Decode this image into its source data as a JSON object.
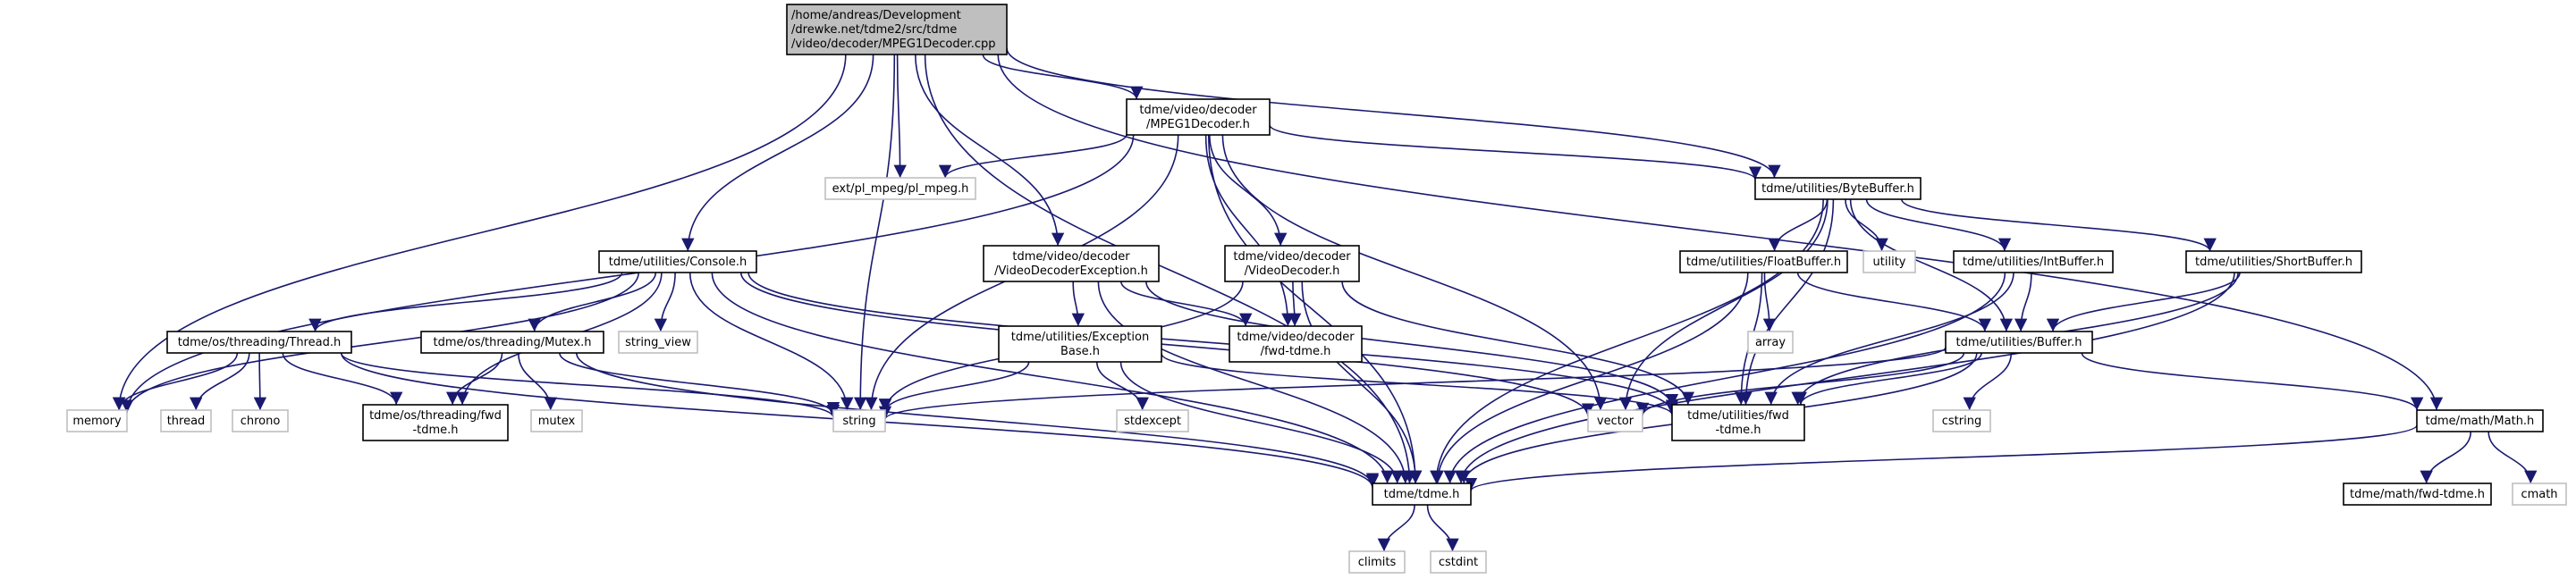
{
  "colors": {
    "edge": "#191970",
    "node_border": "#000000",
    "external_border": "#bfbfbf",
    "root_fill": "#bfbfbf",
    "node_fill": "#ffffff",
    "text": "#000000"
  },
  "nodes": {
    "root": [
      "/home/andreas/Development",
      "/drewke.net/tdme2/src/tdme",
      "/video/decoder/MPEG1Decoder.cpp"
    ],
    "mpeg1_h": [
      "tdme/video/decoder",
      "/MPEG1Decoder.h"
    ],
    "pl_mpeg": [
      "ext/pl_mpeg/pl_mpeg.h"
    ],
    "bytebuffer": [
      "tdme/utilities/ByteBuffer.h"
    ],
    "console": [
      "tdme/utilities/Console.h"
    ],
    "vde_h": [
      "tdme/video/decoder",
      "/VideoDecoderException.h"
    ],
    "vd_h": [
      "tdme/video/decoder",
      "/VideoDecoder.h"
    ],
    "floatbuffer": [
      "tdme/utilities/FloatBuffer.h"
    ],
    "utility": [
      "utility"
    ],
    "intbuffer": [
      "tdme/utilities/IntBuffer.h"
    ],
    "shortbuffer": [
      "tdme/utilities/ShortBuffer.h"
    ],
    "thread": [
      "tdme/os/threading/Thread.h"
    ],
    "mutex_h": [
      "tdme/os/threading/Mutex.h"
    ],
    "string_view": [
      "string_view"
    ],
    "exception": [
      "tdme/utilities/Exception",
      "Base.h"
    ],
    "vd_fwd": [
      "tdme/video/decoder",
      "/fwd-tdme.h"
    ],
    "array": [
      "array"
    ],
    "buffer": [
      "tdme/utilities/Buffer.h"
    ],
    "memory": [
      "memory"
    ],
    "thread_std": [
      "thread"
    ],
    "chrono": [
      "chrono"
    ],
    "threading_fwd": [
      "tdme/os/threading/fwd",
      "-tdme.h"
    ],
    "mutex_std": [
      "mutex"
    ],
    "string": [
      "string"
    ],
    "stdexcept": [
      "stdexcept"
    ],
    "vector": [
      "vector"
    ],
    "util_fwd": [
      "tdme/utilities/fwd",
      "-tdme.h"
    ],
    "cstring": [
      "cstring"
    ],
    "math_h": [
      "tdme/math/Math.h"
    ],
    "tdme_h": [
      "tdme/tdme.h"
    ],
    "math_fwd": [
      "tdme/math/fwd-tdme.h"
    ],
    "cmath": [
      "cmath"
    ],
    "climits": [
      "climits"
    ],
    "cstdint": [
      "cstdint"
    ]
  },
  "edges": [
    [
      "root",
      "mpeg1_h"
    ],
    [
      "root",
      "pl_mpeg"
    ],
    [
      "root",
      "bytebuffer"
    ],
    [
      "root",
      "console"
    ],
    [
      "root",
      "vde_h"
    ],
    [
      "root",
      "memory"
    ],
    [
      "root",
      "string"
    ],
    [
      "root",
      "math_h"
    ],
    [
      "root",
      "tdme_h"
    ],
    [
      "mpeg1_h",
      "pl_mpeg"
    ],
    [
      "mpeg1_h",
      "bytebuffer"
    ],
    [
      "mpeg1_h",
      "vd_h"
    ],
    [
      "mpeg1_h",
      "memory"
    ],
    [
      "mpeg1_h",
      "string"
    ],
    [
      "mpeg1_h",
      "vector"
    ],
    [
      "mpeg1_h",
      "vd_fwd"
    ],
    [
      "mpeg1_h",
      "tdme_h"
    ],
    [
      "bytebuffer",
      "floatbuffer"
    ],
    [
      "bytebuffer",
      "utility"
    ],
    [
      "bytebuffer",
      "intbuffer"
    ],
    [
      "bytebuffer",
      "shortbuffer"
    ],
    [
      "bytebuffer",
      "buffer"
    ],
    [
      "bytebuffer",
      "vector"
    ],
    [
      "bytebuffer",
      "util_fwd"
    ],
    [
      "bytebuffer",
      "tdme_h"
    ],
    [
      "console",
      "thread"
    ],
    [
      "console",
      "mutex_h"
    ],
    [
      "console",
      "string_view"
    ],
    [
      "console",
      "memory"
    ],
    [
      "console",
      "threading_fwd"
    ],
    [
      "console",
      "string"
    ],
    [
      "console",
      "util_fwd"
    ],
    [
      "console",
      "vector"
    ],
    [
      "console",
      "tdme_h"
    ],
    [
      "vde_h",
      "exception"
    ],
    [
      "vde_h",
      "vd_fwd"
    ],
    [
      "vde_h",
      "util_fwd"
    ],
    [
      "vde_h",
      "tdme_h"
    ],
    [
      "vd_h",
      "vd_fwd"
    ],
    [
      "vd_h",
      "string"
    ],
    [
      "vd_h",
      "util_fwd"
    ],
    [
      "vd_h",
      "tdme_h"
    ],
    [
      "floatbuffer",
      "array"
    ],
    [
      "floatbuffer",
      "buffer"
    ],
    [
      "floatbuffer",
      "util_fwd"
    ],
    [
      "floatbuffer",
      "tdme_h"
    ],
    [
      "intbuffer",
      "buffer"
    ],
    [
      "intbuffer",
      "util_fwd"
    ],
    [
      "intbuffer",
      "tdme_h"
    ],
    [
      "shortbuffer",
      "buffer"
    ],
    [
      "shortbuffer",
      "util_fwd"
    ],
    [
      "shortbuffer",
      "tdme_h"
    ],
    [
      "thread",
      "memory"
    ],
    [
      "thread",
      "thread_std"
    ],
    [
      "thread",
      "chrono"
    ],
    [
      "thread",
      "threading_fwd"
    ],
    [
      "thread",
      "string"
    ],
    [
      "thread",
      "tdme_h"
    ],
    [
      "mutex_h",
      "threading_fwd"
    ],
    [
      "mutex_h",
      "mutex_std"
    ],
    [
      "mutex_h",
      "string"
    ],
    [
      "mutex_h",
      "tdme_h"
    ],
    [
      "exception",
      "stdexcept"
    ],
    [
      "exception",
      "string"
    ],
    [
      "exception",
      "util_fwd"
    ],
    [
      "exception",
      "tdme_h"
    ],
    [
      "buffer",
      "cstring"
    ],
    [
      "buffer",
      "math_h"
    ],
    [
      "buffer",
      "string"
    ],
    [
      "buffer",
      "vector"
    ],
    [
      "buffer",
      "util_fwd"
    ],
    [
      "buffer",
      "tdme_h"
    ],
    [
      "math_h",
      "math_fwd"
    ],
    [
      "math_h",
      "cmath"
    ],
    [
      "math_h",
      "tdme_h"
    ],
    [
      "tdme_h",
      "climits"
    ],
    [
      "tdme_h",
      "cstdint"
    ]
  ]
}
